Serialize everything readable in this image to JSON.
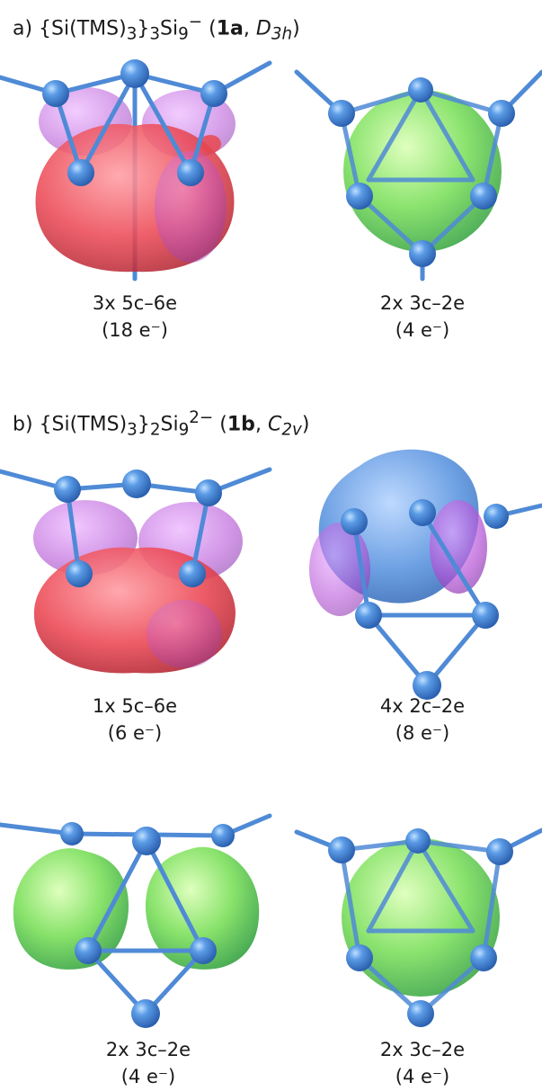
{
  "section_a": {
    "heading": {
      "prefix": "a) {Si(TMS)",
      "sub1": "3",
      "mid1": "}",
      "sub2": "3",
      "mid2": "Si",
      "sub3": "9",
      "sup": "−",
      "paren_open": " (",
      "compound": "1a",
      "comma": ", ",
      "symmetry": "D",
      "symmetry_sub": "3h",
      "paren_close": ")"
    },
    "panels": [
      {
        "bond_count": "3x 5c–6e",
        "electrons": "(18 e⁻)",
        "orbital_color": "#e8484f"
      },
      {
        "bond_count": "2x 3c–2e",
        "electrons": "(4 e⁻)",
        "orbital_color": "#62d24a"
      }
    ]
  },
  "section_b": {
    "heading": {
      "prefix": "b) {Si(TMS)",
      "sub1": "3",
      "mid1": "}",
      "sub2": "2",
      "mid2": "Si",
      "sub3": "9",
      "sup": "2−",
      "paren_open": " (",
      "compound": "1b",
      "comma": ", ",
      "symmetry": "C",
      "symmetry_sub": "2v",
      "paren_close": ")"
    },
    "panels": [
      {
        "bond_count": "1x 5c–6e",
        "electrons": "(6 e⁻)",
        "orbital_color": "#e8484f"
      },
      {
        "bond_count": "4x 2c–2e",
        "electrons": "(8 e⁻)",
        "orbital_color": "#5b8fdb"
      },
      {
        "bond_count": "2x 3c–2e",
        "electrons": "(4 e⁻)",
        "orbital_color": "#62d24a"
      },
      {
        "bond_count": "2x 3c–2e",
        "electrons": "(4 e⁻)",
        "orbital_color": "#62d24a"
      }
    ]
  },
  "colors": {
    "atom": "#4a86d6",
    "bond": "#4f8ad6",
    "lobe_purple": "#b04fd0",
    "lobe_red": "#e8484f",
    "lobe_green": "#62d24a",
    "lobe_blue": "#5b8fdb"
  }
}
